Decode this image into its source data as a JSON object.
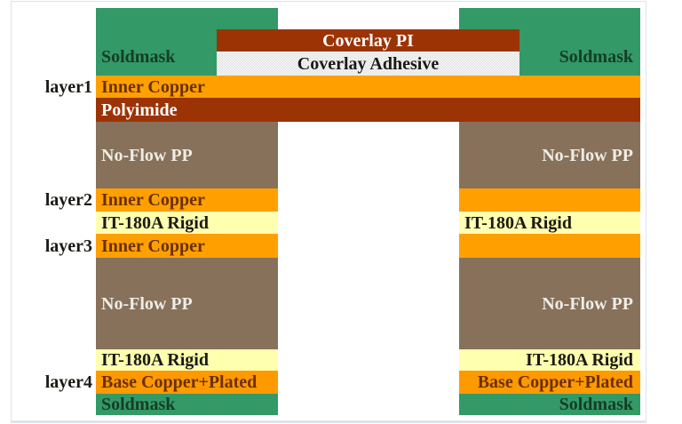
{
  "diagram": {
    "type": "rigid-flex PCB layer stackup",
    "markers": [
      {
        "label": "layer1"
      },
      {
        "label": "layer2"
      },
      {
        "label": "layer3"
      },
      {
        "label": "layer4"
      }
    ],
    "coverlay": {
      "pi": "Coverlay PI",
      "adhesive": "Coverlay Adhesive"
    },
    "flex_core": {
      "inner_copper": "Inner Copper",
      "polyimide": "Polyimide"
    },
    "left": {
      "soldmask_top": "Soldmask",
      "noflow_pp_upper": "No-Flow PP",
      "inner_copper_l2": "Inner Copper",
      "rigid_upper": "IT-180A Rigid",
      "inner_copper_l3": "Inner Copper",
      "noflow_pp_lower": "No-Flow PP",
      "rigid_lower": "IT-180A Rigid",
      "base_copper": "Base Copper+Plated",
      "soldmask_bottom": "Soldmask"
    },
    "right": {
      "soldmask_top": "Soldmask",
      "noflow_pp_upper": "No-Flow PP",
      "rigid_upper": "IT-180A Rigid",
      "noflow_pp_lower": "No-Flow PP",
      "rigid_lower": "IT-180A Rigid",
      "base_copper": "Base Copper+Plated",
      "soldmask_bottom": "Soldmask"
    }
  },
  "colors": {
    "soldmask": "#339966",
    "copper": "#FFA000",
    "base_copper": "#FF9900",
    "polyimide": "#9C3305",
    "coverlay_pi": "#9C3305",
    "noflow_pp": "#87715A",
    "rigid": "#FFFFB0",
    "adhesive_bg": "#FBFBFB",
    "text_soldmask": "#143D26",
    "text_copper": "#6B3000",
    "text_dark": "#1A1A14",
    "text_light": "#FFFFFF",
    "text_noflow": "#EFEDE6",
    "frame": "#DDE4EC",
    "canvas_bg": "#FFFFFF"
  }
}
